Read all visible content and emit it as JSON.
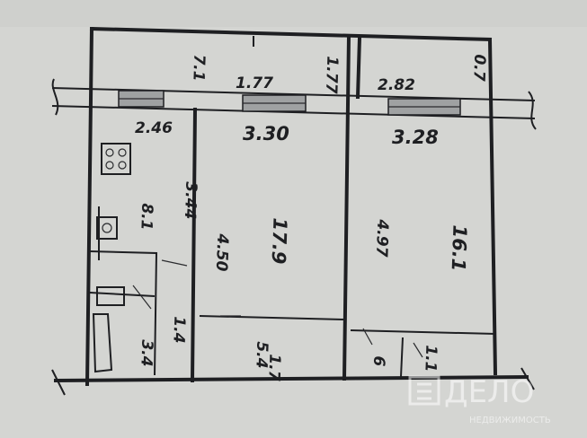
{
  "plan": {
    "top_left_room": {
      "area": "7.1",
      "height": "1.77",
      "width": "1.77"
    },
    "top_right_room": {
      "width": "2.82",
      "side": "0.7"
    },
    "hall_depth": "2.46",
    "room_width_left": "3.30",
    "room_width_right": "3.28",
    "kitchen": {
      "area": "8.1",
      "side": "3.44"
    },
    "living_left": {
      "area": "17.9",
      "side": "4.50"
    },
    "living_right": {
      "area": "16.1",
      "side": "4.97"
    },
    "corridor_bottom": {
      "area": "5.4",
      "side": "1.7"
    },
    "bath": {
      "area": "3.4",
      "side": "1.4"
    },
    "bottom_right_room": {
      "area": "6",
      "side": "1.1"
    }
  },
  "watermark": {
    "brand": "ДЕЛО",
    "tagline": "НЕДВИЖИМОСТЬ"
  }
}
